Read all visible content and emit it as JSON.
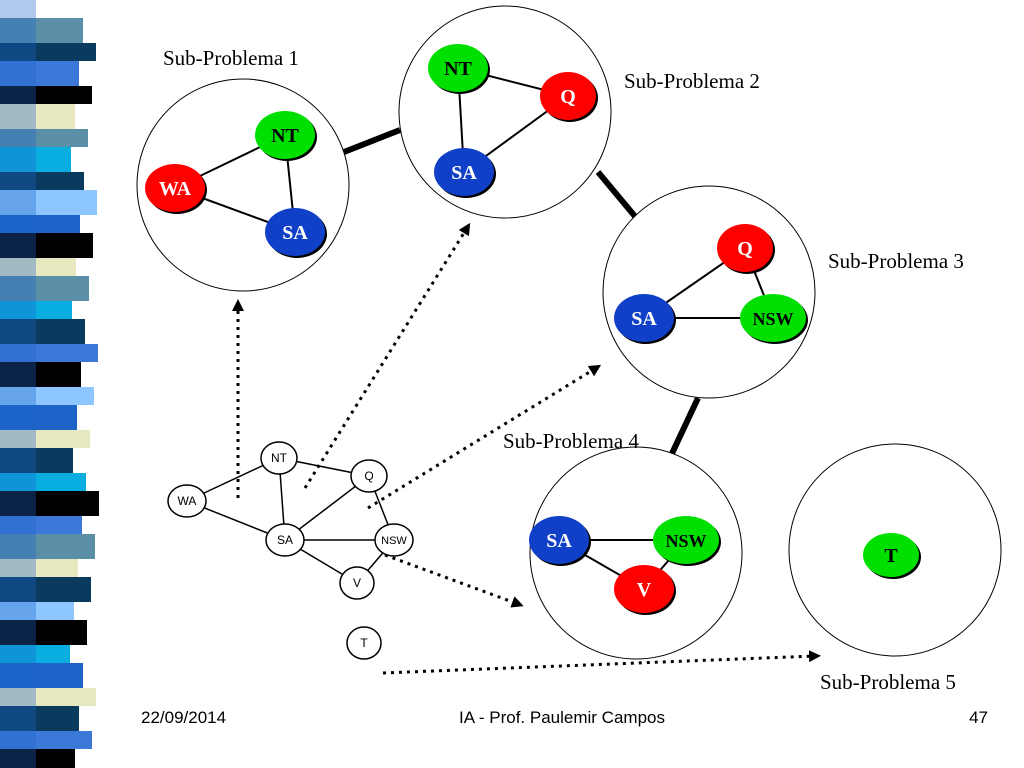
{
  "subproblems": [
    {
      "label": "Sub-Problema 1",
      "nodes": [
        {
          "name": "WA",
          "color": "#ff0000"
        },
        {
          "name": "NT",
          "color": "#00e000"
        },
        {
          "name": "SA",
          "color": "#1040c8"
        }
      ]
    },
    {
      "label": "Sub-Problema 2",
      "nodes": [
        {
          "name": "NT",
          "color": "#00e000"
        },
        {
          "name": "Q",
          "color": "#ff0000"
        },
        {
          "name": "SA",
          "color": "#1040c8"
        }
      ]
    },
    {
      "label": "Sub-Problema 3",
      "nodes": [
        {
          "name": "Q",
          "color": "#ff0000"
        },
        {
          "name": "SA",
          "color": "#1040c8"
        },
        {
          "name": "NSW",
          "color": "#00e000"
        }
      ]
    },
    {
      "label": "Sub-Problema 4",
      "nodes": [
        {
          "name": "SA",
          "color": "#1040c8"
        },
        {
          "name": "NSW",
          "color": "#00e000"
        },
        {
          "name": "V",
          "color": "#ff0000"
        }
      ]
    },
    {
      "label": "Sub-Problema 5",
      "nodes": [
        {
          "name": "T",
          "color": "#00e000"
        }
      ]
    }
  ],
  "main_graph": {
    "nodes": [
      "WA",
      "NT",
      "Q",
      "SA",
      "NSW",
      "V",
      "T"
    ],
    "edges": [
      [
        "WA",
        "NT"
      ],
      [
        "WA",
        "SA"
      ],
      [
        "NT",
        "SA"
      ],
      [
        "NT",
        "Q"
      ],
      [
        "Q",
        "SA"
      ],
      [
        "Q",
        "NSW"
      ],
      [
        "SA",
        "NSW"
      ],
      [
        "SA",
        "V"
      ],
      [
        "NSW",
        "V"
      ]
    ]
  },
  "footer": {
    "date": "22/09/2014",
    "author": "IA - Prof. Paulemir Campos",
    "page": "47"
  }
}
